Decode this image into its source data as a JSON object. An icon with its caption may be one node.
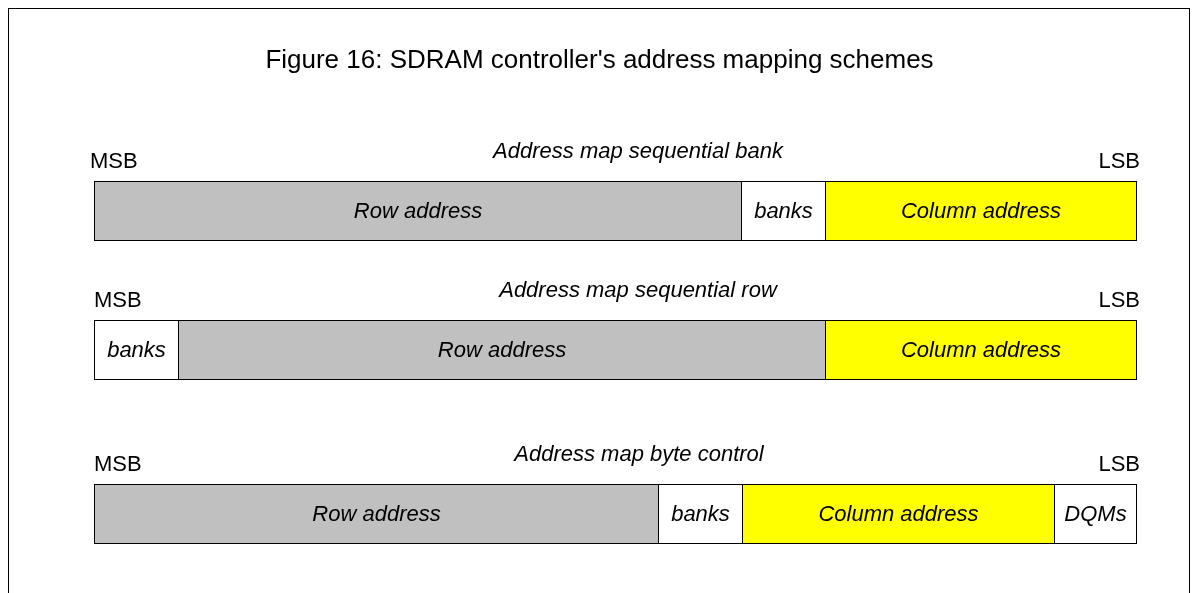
{
  "diagram": {
    "title": "Figure 16: SDRAM controller's address mapping schemes",
    "nodes": [
      {
        "text": [
          "Address map sequential bank"
        ]
      },
      {
        "text": [
          "Row address"
        ],
        "in": 0
      },
      {
        "text": [
          "banks"
        ],
        "in": 0
      },
      {
        "text": [
          "Column address"
        ],
        "in": 0
      },
      {
        "text": [
          "Address map sequential row"
        ]
      },
      {
        "text": [
          "banks"
        ],
        "in": 4
      },
      {
        "text": [
          "Row address"
        ],
        "in": 4
      },
      {
        "text": [
          "Column address"
        ],
        "in": 4
      },
      {
        "text": [
          "Address map byte control"
        ]
      },
      {
        "text": [
          "Row address"
        ],
        "in": 8
      },
      {
        "text": [
          "banks"
        ],
        "in": 8
      },
      {
        "text": [
          "Column address"
        ],
        "in": 8
      },
      {
        "text": [
          "DQMs"
        ],
        "in": 8
      }
    ],
    "labels": [
      "MSB",
      "LSB",
      "MSB",
      "LSB",
      "MSB",
      "LSB"
    ]
  }
}
